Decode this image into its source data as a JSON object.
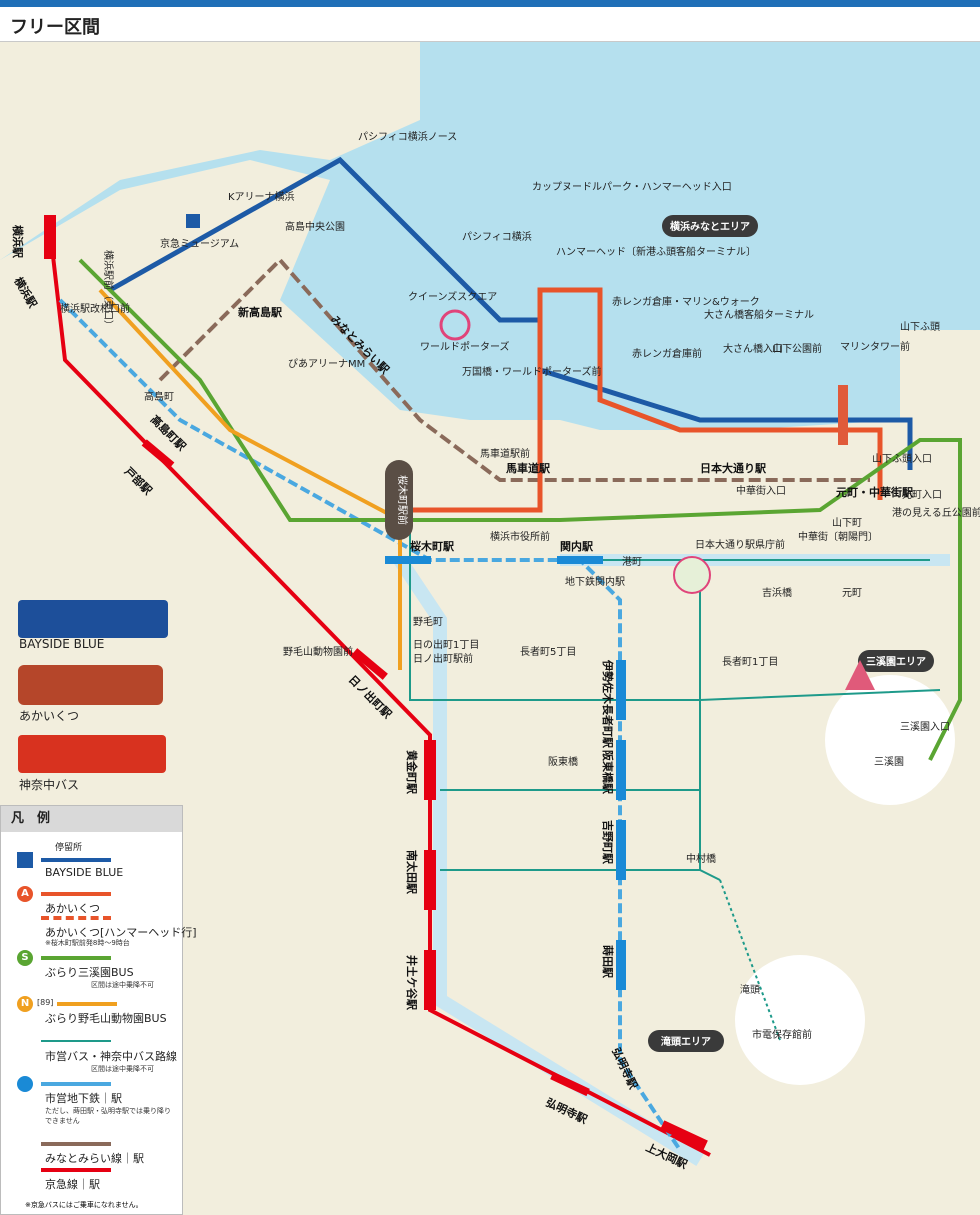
{
  "header": {
    "title": "フリー区間"
  },
  "areas": {
    "minato": "横浜みなとエリア",
    "sankeien": "三溪園エリア",
    "takigashira": "滝頭エリア"
  },
  "lines": {
    "keikyu": [
      "横浜駅",
      "戸部駅",
      "日ノ出町駅",
      "黄金町駅",
      "南太田駅",
      "井土ケ谷駅",
      "弘明寺駅",
      "上大岡駅"
    ],
    "subway": [
      "横浜駅",
      "高島町駅",
      "桜木町駅",
      "関内駅",
      "伊勢佐木長者町駅",
      "阪東橋駅",
      "吉野町駅",
      "蒔田駅",
      "弘明寺駅",
      "上大岡駅"
    ],
    "minatomirai": [
      "新高島駅",
      "みなとみらい駅",
      "馬車道駅",
      "日本大通り駅",
      "元町・中華街駅"
    ]
  },
  "stations": {
    "yokohama": "横浜駅",
    "tobe": "戸部駅",
    "hinodecho": "日ノ出町駅",
    "koganecho": "黄金町駅",
    "minamiota": "南太田駅",
    "idogaya": "井土ケ谷駅",
    "gumyoji_k": "弘明寺駅",
    "kamiooka": "上大岡駅",
    "yokohama_sub": "横浜駅",
    "takashimacho": "高島町駅",
    "sakuragicho": "桜木町駅",
    "kannai": "関内駅",
    "isezaki": "伊勢佐木長者町駅",
    "bandobashi": "阪東橋駅",
    "yoshinocho": "吉野町駅",
    "maita": "蒔田駅",
    "gumyoji_s": "弘明寺駅",
    "shintakashima": "新高島駅",
    "minatomirai": "みなとみらい駅",
    "bashamichi": "馬車道駅",
    "nihon_odori": "日本大通り駅",
    "motomachi": "元町・中華街駅",
    "sakuragicho_bus": "桜木町駅前"
  },
  "stops": [
    "パシフィコ横浜ノース",
    "Kアリーナ横浜",
    "高島中央公園",
    "京急ミュージアム",
    "パシフィコ横浜",
    "カップヌードルパーク・ハンマーヘッド入口",
    "ハンマーヘッド〔新港ふ頭客船ターミナル〕",
    "赤レンガ倉庫・マリン&ウォーク",
    "クイーンズスクエア",
    "ワールドポーターズ",
    "万国橋・ワールドポーターズ前",
    "赤レンガ倉庫前",
    "大さん橋客船ターミナル",
    "大さん橋入口",
    "山下公園前",
    "マリンタワー前",
    "山下ふ頭",
    "ぴあアリーナMM",
    "横浜駅改札口前",
    "横浜駅前（東口）",
    "高島町",
    "馬車道駅前",
    "横浜市役所前",
    "地下鉄関内駅",
    "港町",
    "日本大通り駅県庁前",
    "中華街入口",
    "山下町",
    "中華街〔朝陽門〕",
    "山下ふ頭入口",
    "元町入口",
    "港の見える丘公園前",
    "吉浜橋",
    "元町",
    "野毛町",
    "野毛山動物園前",
    "日の出町1丁目",
    "日ノ出町駅前",
    "長者町5丁目",
    "長者町1丁目",
    "阪東橋",
    "中村橋",
    "三溪園入口",
    "三溪園",
    "滝頭",
    "市電保存館前"
  ],
  "buses": [
    "BAYSIDE BLUE",
    "あかいくつ",
    "神奈中バス"
  ],
  "legend": {
    "title": "凡　例",
    "stop_label": "停留所",
    "items": [
      {
        "badge": "",
        "name": "BAYSIDE BLUE",
        "note": ""
      },
      {
        "badge": "A",
        "name": "あかいくつ",
        "note": ""
      },
      {
        "badge": "",
        "name": "あかいくつ[ハンマーヘッド行]",
        "note": "※桜木町駅前発8時〜9時台"
      },
      {
        "badge": "S",
        "name": "ぶらり三溪園BUS",
        "note": "区間は途中乗降不可"
      },
      {
        "badge": "N",
        "name": "ぶらり野毛山動物園BUS",
        "note": "[89]"
      },
      {
        "badge": "",
        "name": "市営バス・神奈中バス路線",
        "note": "区間は途中乗降不可"
      },
      {
        "badge": "",
        "name": "市営地下鉄｜駅",
        "note": "ただし、蒔田駅・弘明寺駅では乗り降りできません"
      },
      {
        "badge": "",
        "name": "みなとみらい線｜駅",
        "note": ""
      },
      {
        "badge": "",
        "name": "京急線｜駅",
        "note": ""
      }
    ],
    "footnote": "※京急バスにはご乗車になれません。"
  },
  "colors": {
    "baysideBlue": "#1d5aa6",
    "akaikutsu": "#e8542a",
    "sankeien": "#5aa532",
    "nogeyama": "#f0a020",
    "cityBus": "#1e9a8a",
    "subway": "#4aa8e0",
    "minatomirai": "#8a6a5a",
    "keikyu": "#e60012",
    "sea": "#b5e0ee",
    "land": "#f2eedd"
  }
}
